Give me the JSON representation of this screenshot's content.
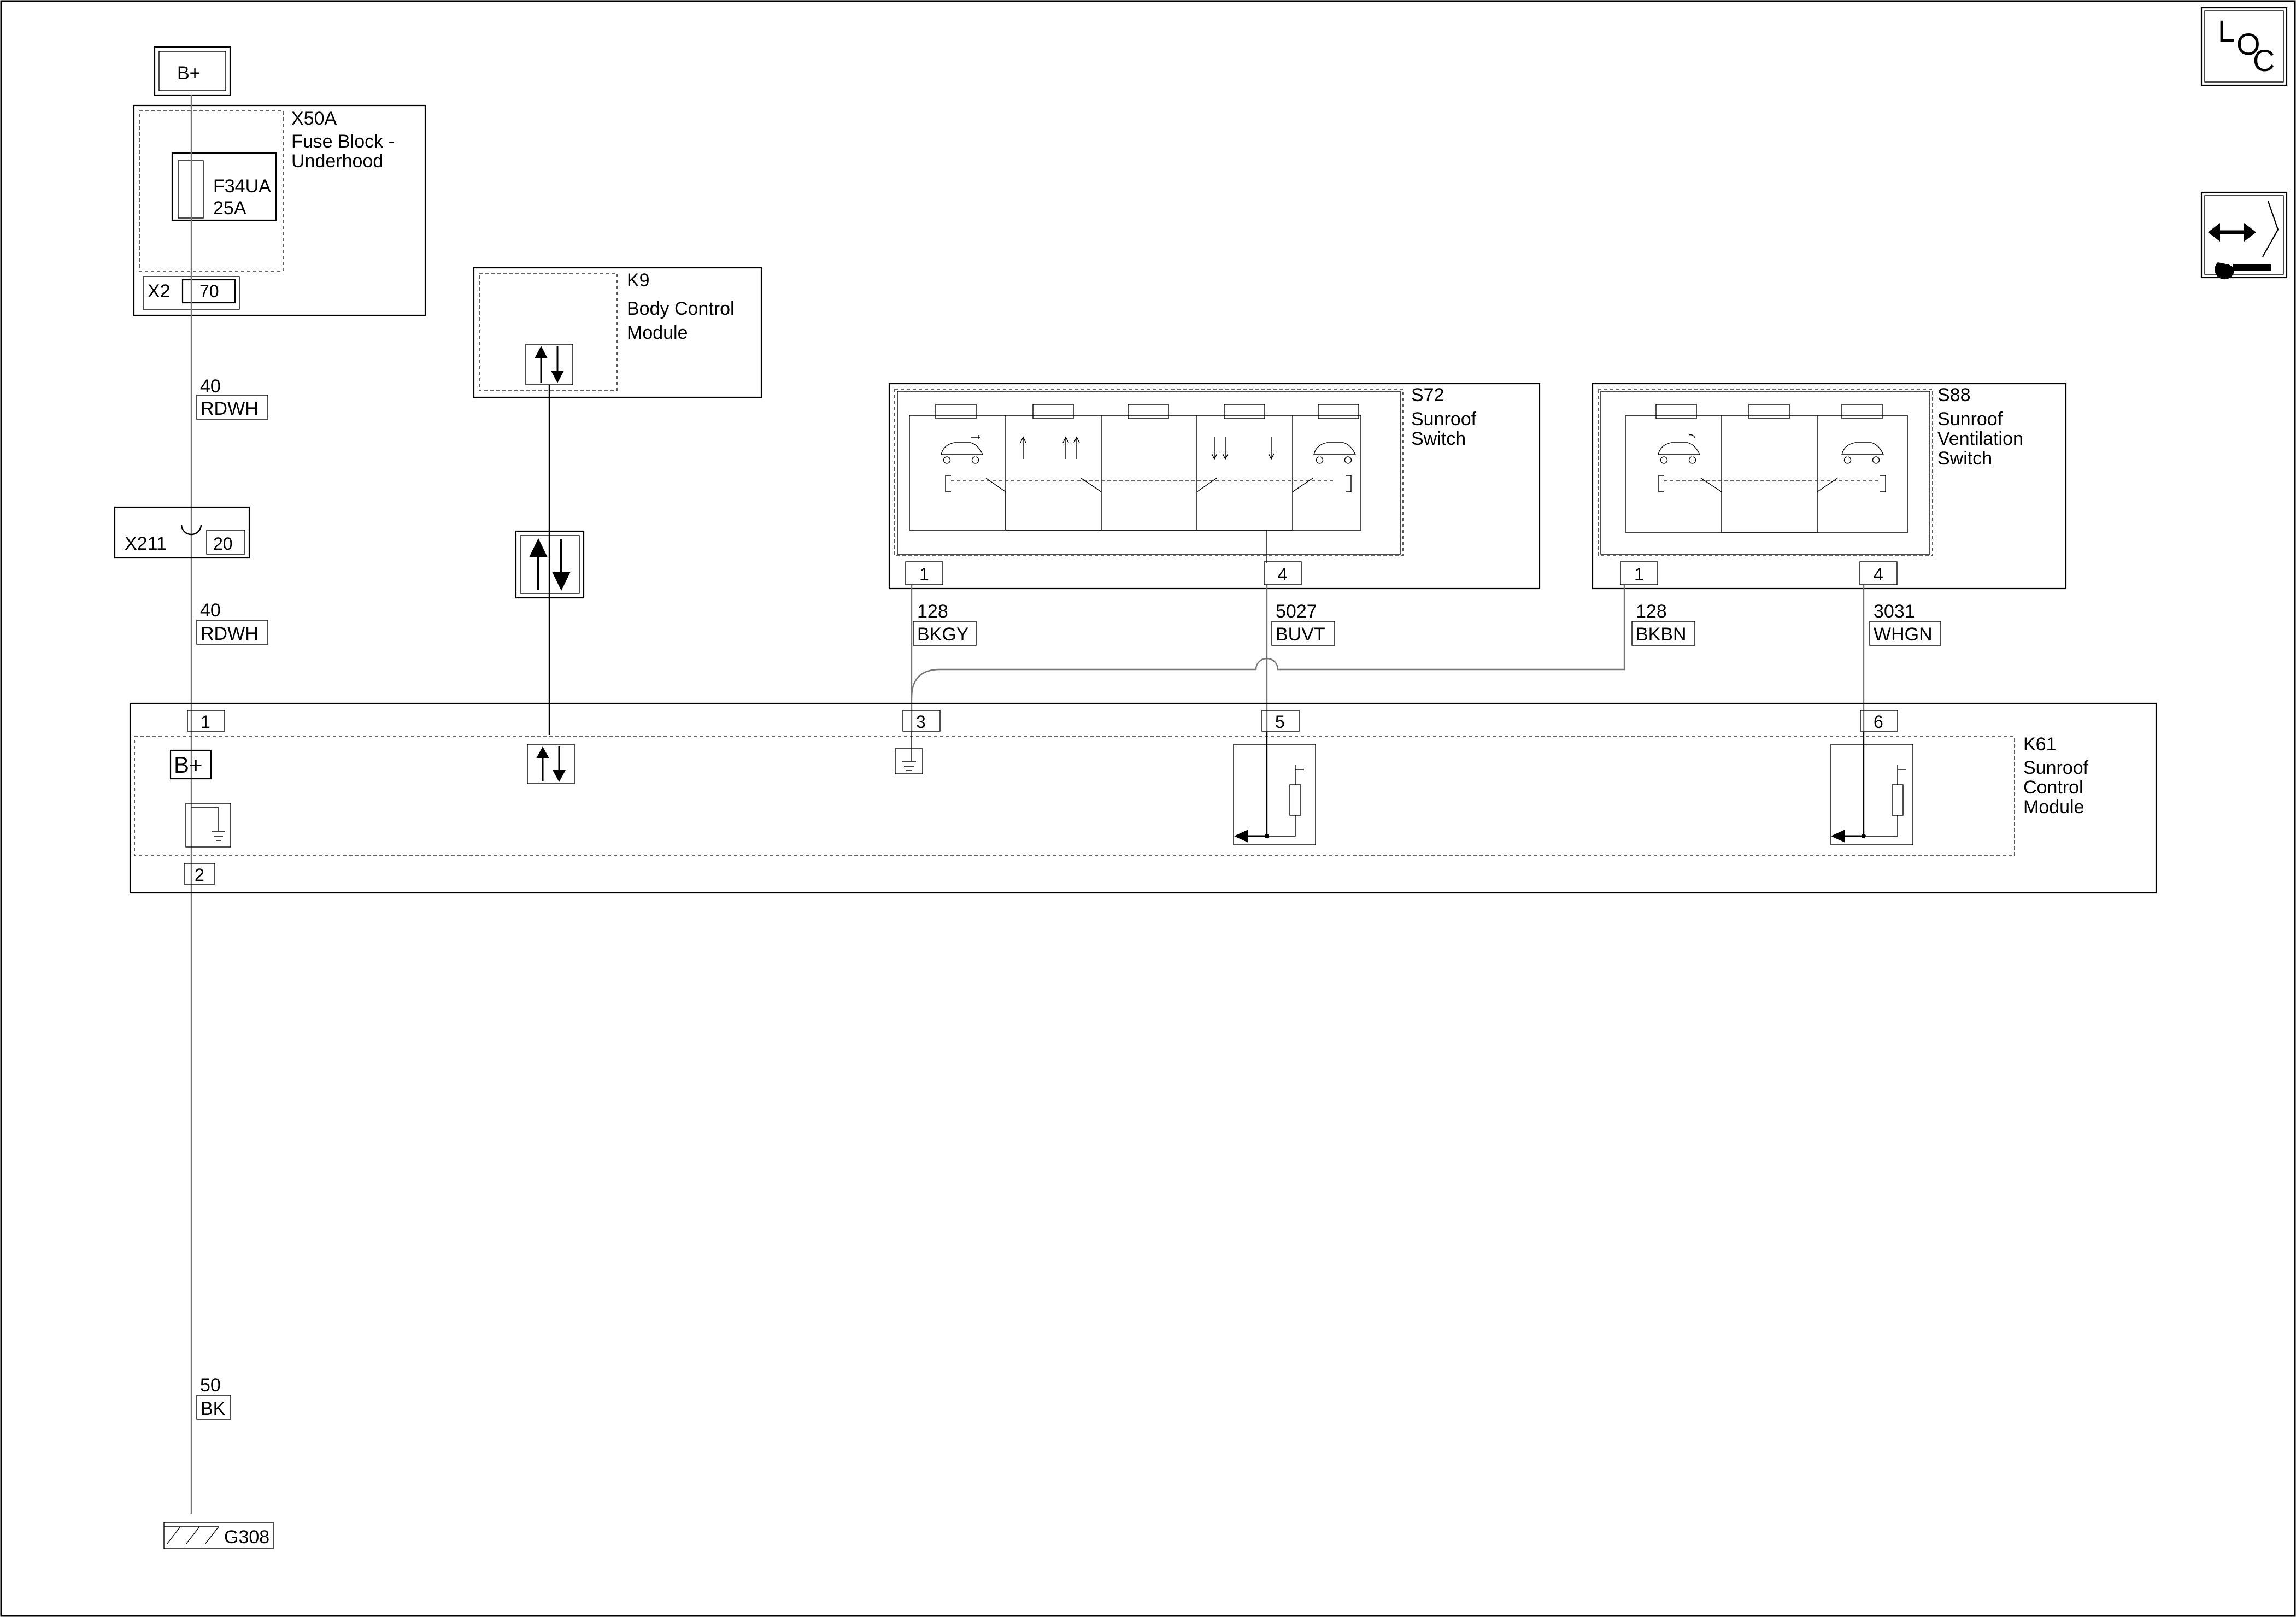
{
  "corner_icons": {
    "loc_letters": [
      "L",
      "O",
      "C"
    ],
    "tool_icon": "wrench-connector-icon"
  },
  "power": {
    "label": "B+"
  },
  "fuse_block": {
    "id": "X50A",
    "name_line1": "Fuse Block -",
    "name_line2": "Underhood",
    "fuse_id": "F34UA",
    "fuse_rating": "25A",
    "connector": "X2",
    "pin": "70"
  },
  "wire_rdwh_1": {
    "circuit": "40",
    "color": "RDWH"
  },
  "inline_connector": {
    "id": "X211",
    "pin": "20"
  },
  "wire_rdwh_2": {
    "circuit": "40",
    "color": "RDWH"
  },
  "bcm": {
    "id": "K9",
    "name_line1": "Body Control",
    "name_line2": "Module"
  },
  "s72": {
    "id": "S72",
    "name_line1": "Sunroof",
    "name_line2": "Switch",
    "pin_a": "1",
    "pin_b": "4"
  },
  "s88": {
    "id": "S88",
    "name_line1": "Sunroof",
    "name_line2": "Ventilation",
    "name_line3": "Switch",
    "pin_a": "1",
    "pin_b": "4"
  },
  "wire_bkgy": {
    "circuit": "128",
    "color": "BKGY"
  },
  "wire_buvt": {
    "circuit": "5027",
    "color": "BUVT"
  },
  "wire_bkbn": {
    "circuit": "128",
    "color": "BKBN"
  },
  "wire_whgn": {
    "circuit": "3031",
    "color": "WHGN"
  },
  "k61": {
    "id": "K61",
    "name_line1": "Sunroof",
    "name_line2": "Control",
    "name_line3": "Module",
    "power_label": "B+",
    "pins": [
      "1",
      "3",
      "5",
      "6",
      "2"
    ]
  },
  "wire_bk": {
    "circuit": "50",
    "color": "BK"
  },
  "ground": {
    "id": "G308"
  }
}
